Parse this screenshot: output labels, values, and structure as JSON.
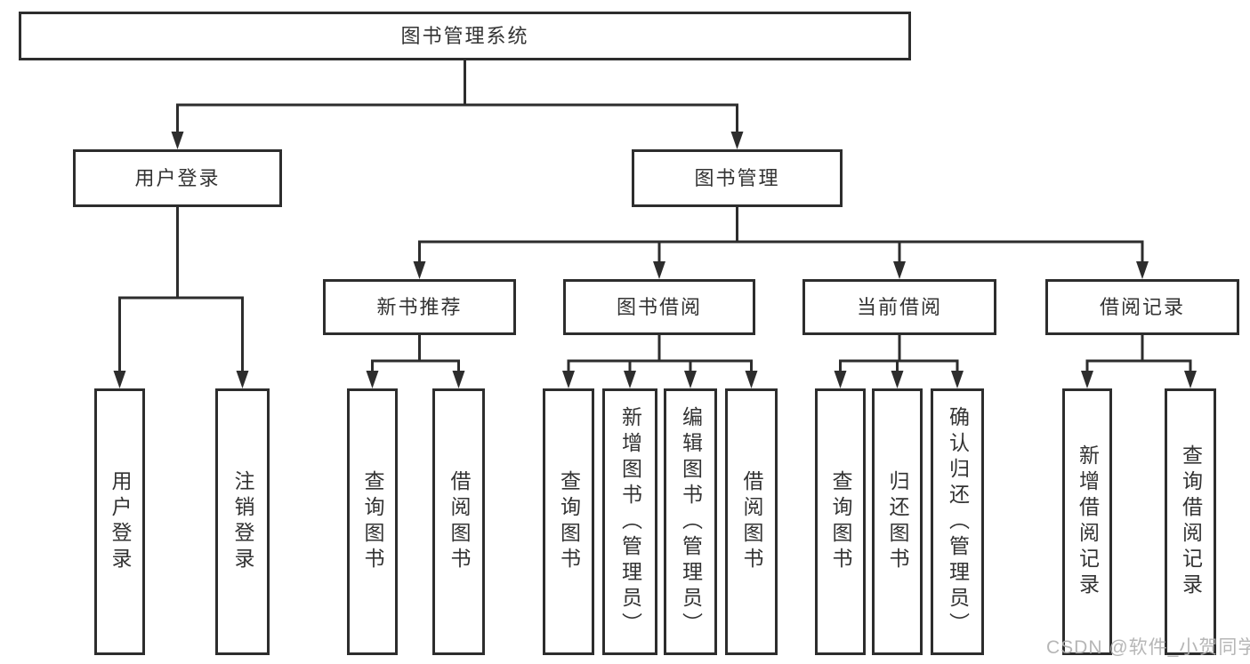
{
  "diagram": {
    "type": "hierarchy-tree",
    "colors": {
      "background": "#ffffff",
      "line": "#2d2d2d",
      "box_border": "#2d2d2d",
      "text": "#333333",
      "watermark_text": "#b0b0b0"
    },
    "nodes": {
      "root": {
        "label": "图书管理系统"
      },
      "user_login": {
        "label": "用户登录"
      },
      "book_mgmt": {
        "label": "图书管理"
      },
      "new_book_rec": {
        "label": "新书推荐"
      },
      "book_borrow": {
        "label": "图书借阅"
      },
      "current_borrow": {
        "label": "当前借阅"
      },
      "borrow_record": {
        "label": "借阅记录"
      },
      "login_leaf": {
        "label": "用户登录"
      },
      "logout_leaf": {
        "label": "注销登录"
      },
      "rec_query": {
        "label": "查询图书"
      },
      "rec_borrow": {
        "label": "借阅图书"
      },
      "bb_query": {
        "label": "查询图书"
      },
      "bb_add": {
        "label": "新增图书（管理员）"
      },
      "bb_edit": {
        "label": "编辑图书（管理员）"
      },
      "bb_borrow": {
        "label": "借阅图书"
      },
      "cb_query": {
        "label": "查询图书"
      },
      "cb_return": {
        "label": "归还图书"
      },
      "cb_confirm": {
        "label": "确认归还（管理员）"
      },
      "br_add": {
        "label": "新增借阅记录"
      },
      "br_query": {
        "label": "查询借阅记录"
      }
    },
    "edges": [
      [
        "图书管理系统",
        "用户登录"
      ],
      [
        "图书管理系统",
        "图书管理"
      ],
      [
        "用户登录",
        "用户登录"
      ],
      [
        "用户登录",
        "注销登录"
      ],
      [
        "图书管理",
        "新书推荐"
      ],
      [
        "图书管理",
        "图书借阅"
      ],
      [
        "图书管理",
        "当前借阅"
      ],
      [
        "图书管理",
        "借阅记录"
      ],
      [
        "新书推荐",
        "查询图书"
      ],
      [
        "新书推荐",
        "借阅图书"
      ],
      [
        "图书借阅",
        "查询图书"
      ],
      [
        "图书借阅",
        "新增图书（管理员）"
      ],
      [
        "图书借阅",
        "编辑图书（管理员）"
      ],
      [
        "图书借阅",
        "借阅图书"
      ],
      [
        "当前借阅",
        "查询图书"
      ],
      [
        "当前借阅",
        "归还图书"
      ],
      [
        "当前借阅",
        "确认归还（管理员）"
      ],
      [
        "借阅记录",
        "新增借阅记录"
      ],
      [
        "借阅记录",
        "查询借阅记录"
      ]
    ],
    "watermark": {
      "text": "CSDN @软件_小贺同学"
    }
  }
}
